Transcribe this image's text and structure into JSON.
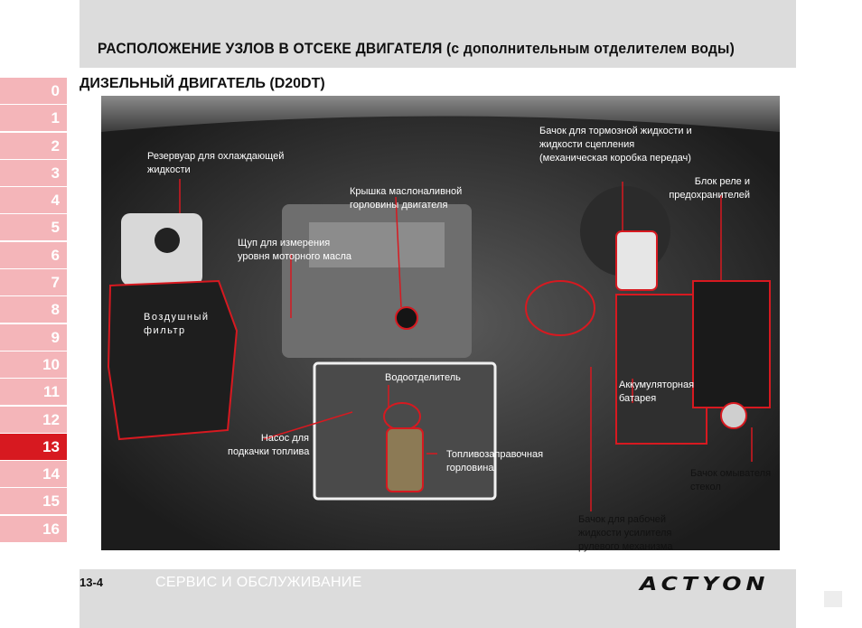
{
  "header": {
    "title": "РАСПОЛОЖЕНИЕ УЗЛОВ В ОТСЕКЕ ДВИГАТЕЛЯ (с дополнительным отделителем воды)"
  },
  "subtitle": "ДИЗЕЛЬНЫЙ ДВИГАТЕЛЬ (D20DT)",
  "chapters": [
    "0",
    "1",
    "2",
    "3",
    "4",
    "5",
    "6",
    "7",
    "8",
    "9",
    "10",
    "11",
    "12",
    "13",
    "14",
    "15",
    "16"
  ],
  "active_chapter": "13",
  "callouts": {
    "coolant": [
      "Резервуар для охлаждающей",
      "жидкости"
    ],
    "oil_cap": [
      "Крышка маслоналивной",
      "горловины двигателя"
    ],
    "brake": [
      "Бачок для тормозной жидкости и",
      "жидкости сцепления",
      "(механическая коробка передач)"
    ],
    "relay": [
      "Блок реле и",
      "предохранителей"
    ],
    "dipstick": [
      "Щуп для измерения",
      "уровня моторного масла"
    ],
    "air_filter": [
      "Воздушный",
      "фильтр"
    ],
    "separator": [
      "Водоотделитель"
    ],
    "battery": [
      "Аккумуляторная",
      "батарея"
    ],
    "pump": [
      "Насос для",
      "подкачки топлива"
    ],
    "fuel_neck": [
      "Топливозаправочная",
      "горловина"
    ],
    "washer": [
      "Бачок омывателя",
      "стекол"
    ],
    "steering": [
      "Бачок для рабочей",
      "жидкости усилителя",
      "рулевого механизма"
    ]
  },
  "footer": {
    "page_number": "13-4",
    "section_title": "СЕРВИС И ОБСЛУЖИВАНИЕ",
    "brand": "ACTYON"
  },
  "colors": {
    "accent": "#d71920",
    "tab_inactive": "#f4b5b9",
    "bar": "#dcdcdc"
  }
}
